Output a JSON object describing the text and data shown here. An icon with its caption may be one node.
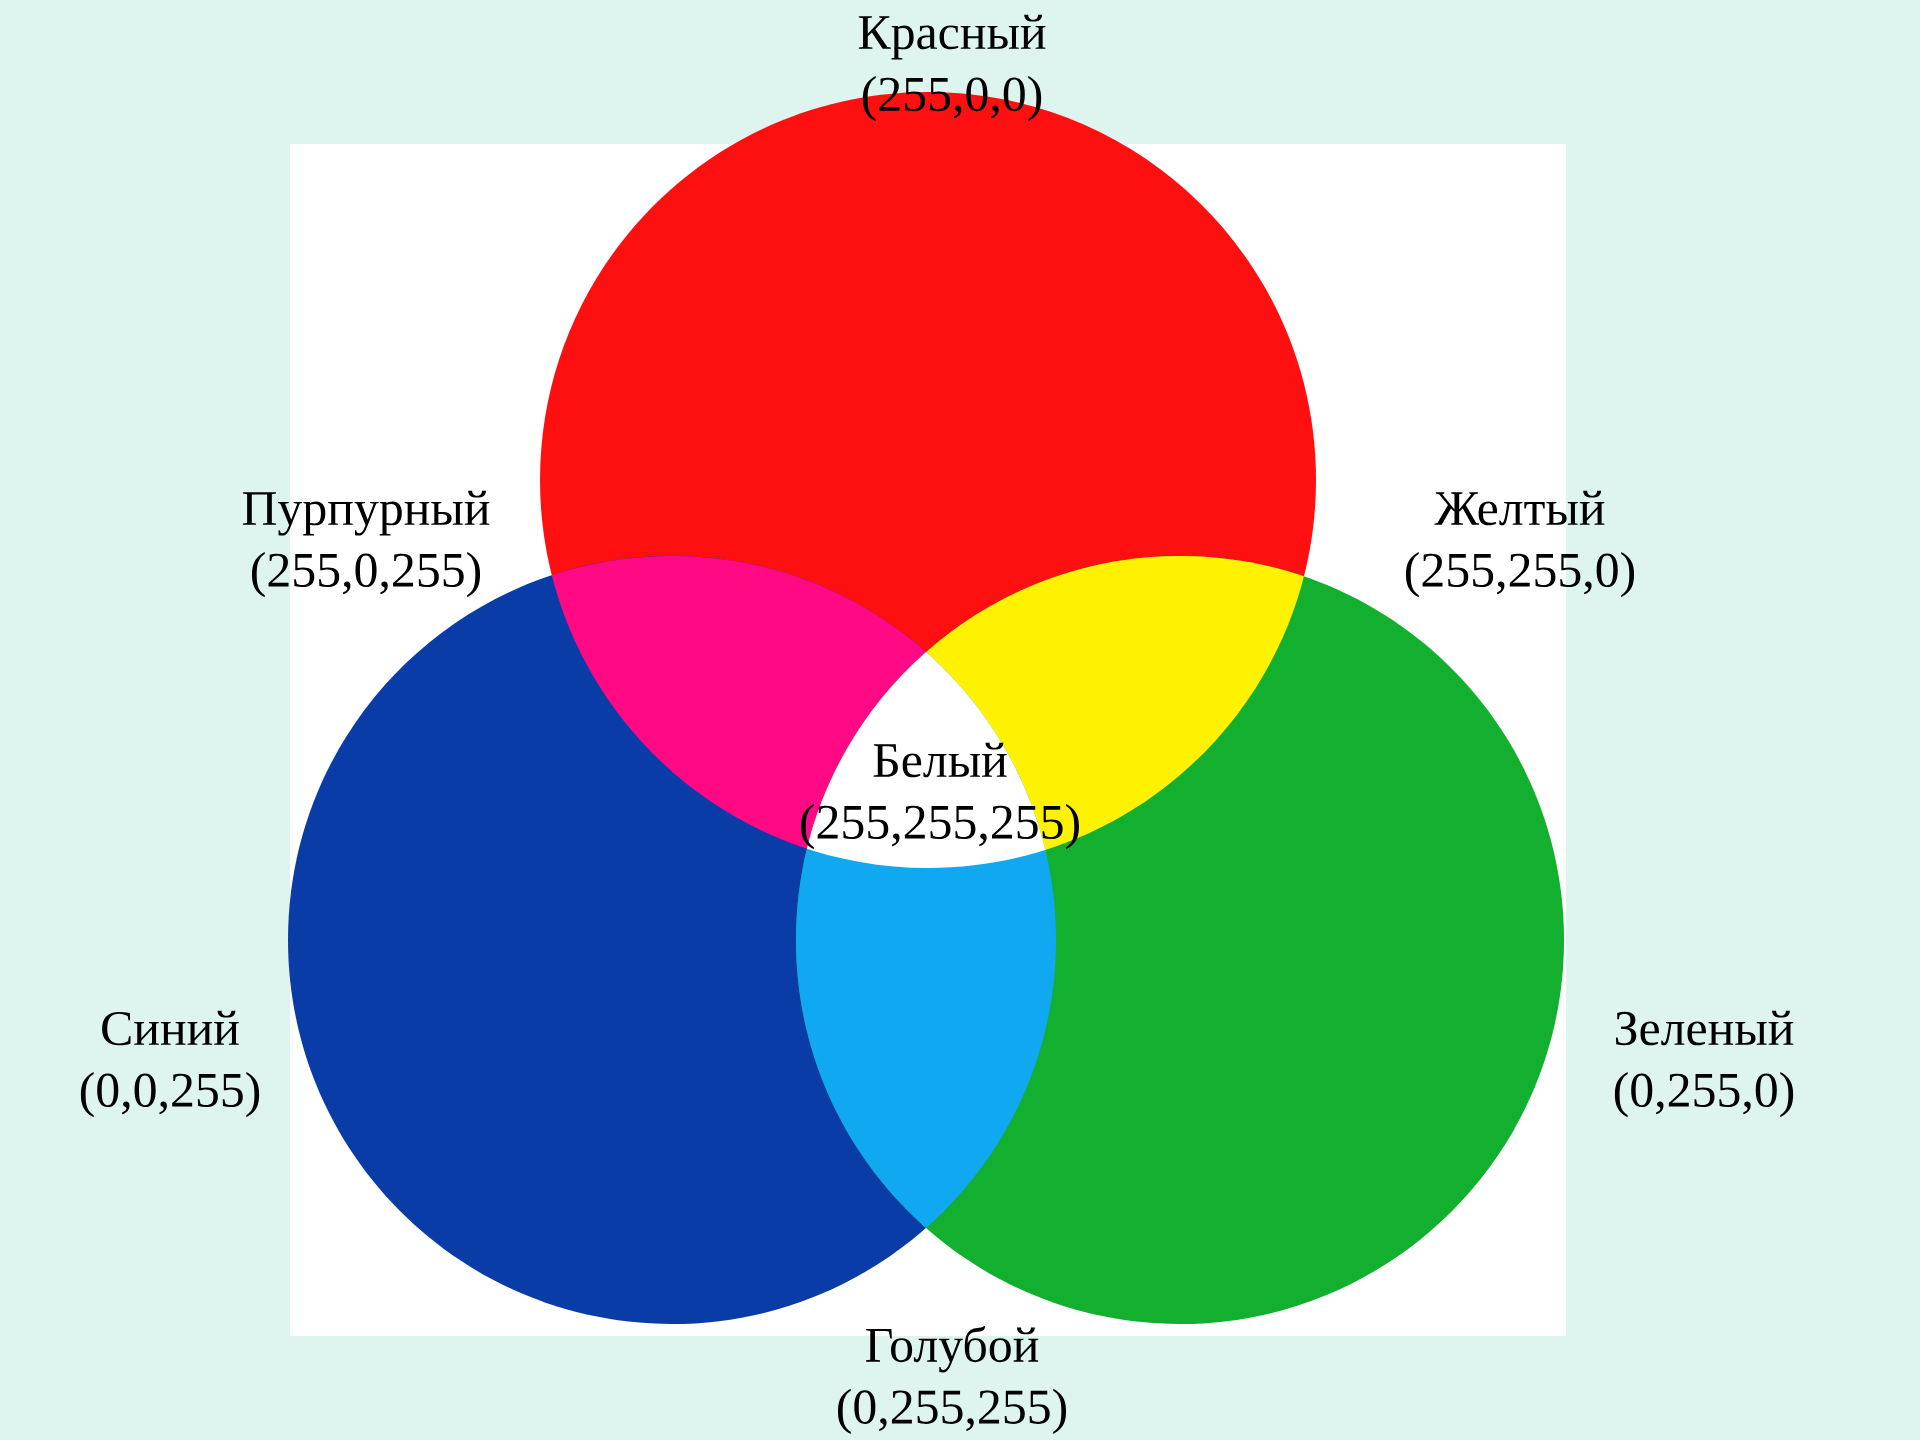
{
  "diagram": {
    "labels": [
      "Красный (255,0,0)",
      "Пурпурный (255,0,255)",
      "Желтый (255,255,0)",
      "Белый (255,255,255)",
      "Синий (0,0,255)",
      "Зеленый (0,255,0)",
      "Голубой (0,255,255)"
    ]
  }
}
